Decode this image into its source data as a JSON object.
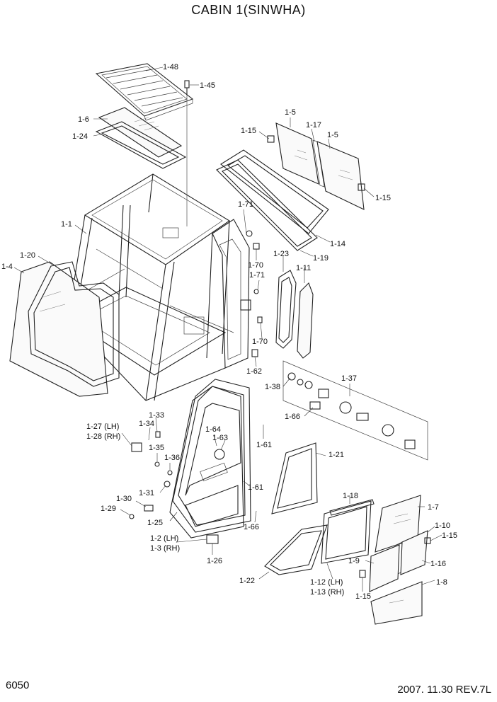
{
  "header": {
    "title": "CABIN 1(SINWHA)"
  },
  "footer": {
    "page_number": "6050",
    "revision": "2007. 11.30 REV.7L"
  },
  "callouts": {
    "c148": "1-48",
    "c145": "1-45",
    "c16": "1-6",
    "c124": "1-24",
    "c15a": "1-5",
    "c117": "1-17",
    "c15b": "1-5",
    "c115a": "1-15",
    "c115b": "1-15",
    "c171a": "1-71",
    "c114": "1-14",
    "c119": "1-19",
    "c11": "1-1",
    "c120": "1-20",
    "c14": "1-4",
    "c123": "1-23",
    "c111": "1-11",
    "c170a": "1-70",
    "c171b": "1-71",
    "c170b": "1-70",
    "c162": "1-62",
    "c137": "1-37",
    "c138": "1-38",
    "c166a": "1-66",
    "c133": "1-33",
    "c134": "1-34",
    "c127": "1-27 (LH)",
    "c128": "1-28 (RH)",
    "c164": "1-64",
    "c163": "1-63",
    "c161a": "1-61",
    "c135": "1-35",
    "c136": "1-36",
    "c121": "1-21",
    "c131": "1-31",
    "c130": "1-30",
    "c129": "1-29",
    "c161b": "1-61",
    "c125": "1-25",
    "c166b": "1-66",
    "c118": "1-18",
    "c17": "1-7",
    "c110": "1-10",
    "c115c": "1-15",
    "c12": "1-2 (LH)",
    "c13": "1-3 (RH)",
    "c126": "1-26",
    "c19": "1-9",
    "c116": "1-16",
    "c122": "1-22",
    "c112": "1-12 (LH)",
    "c113": "1-13 (RH)",
    "c115d": "1-15",
    "c18": "1-8"
  }
}
